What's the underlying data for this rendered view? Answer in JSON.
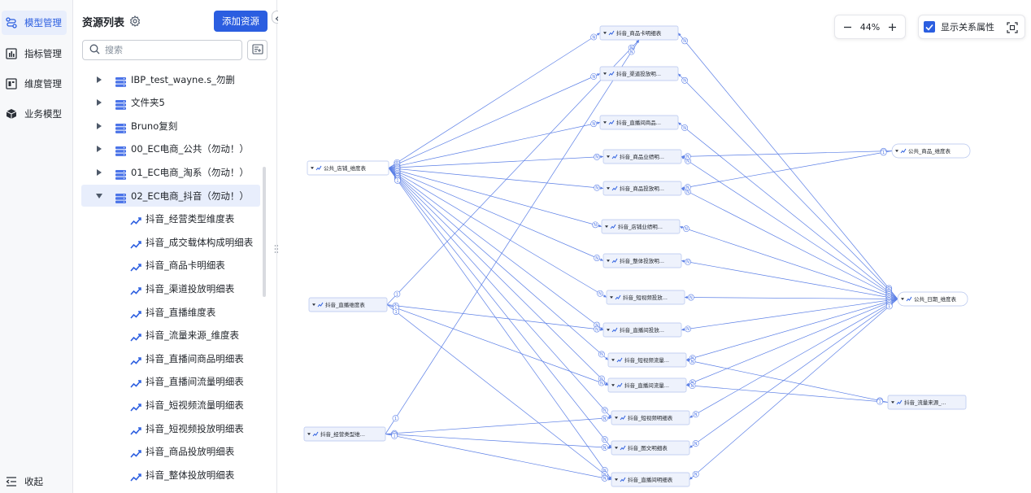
{
  "colors": {
    "accent": "#2b5ee0",
    "edge": "#5b7fe6",
    "node_bg": "#eef2fc",
    "node_border": "#b4c4ee"
  },
  "nav": {
    "items": [
      {
        "label": "模型管理",
        "icon": "model-icon",
        "active": true
      },
      {
        "label": "指标管理",
        "icon": "chart-icon"
      },
      {
        "label": "维度管理",
        "icon": "dimension-icon"
      },
      {
        "label": "业务模型",
        "icon": "cube-icon"
      }
    ],
    "collapse_label": "收起"
  },
  "resource_panel": {
    "title": "资源列表",
    "add_button": "添加资源",
    "search_placeholder": "搜索",
    "tree": [
      {
        "label": "IBP_test_wayne.s_勿删",
        "type": "folder"
      },
      {
        "label": "文件夹5",
        "type": "folder"
      },
      {
        "label": "Bruno复刻",
        "type": "folder"
      },
      {
        "label": "00_EC电商_公共（勿动！）",
        "type": "folder"
      },
      {
        "label": "01_EC电商_淘系（勿动！）",
        "type": "folder"
      },
      {
        "label": "02_EC电商_抖音（勿动！）",
        "type": "folder",
        "expanded": true,
        "selected": true
      },
      {
        "label": "抖音_经营类型维度表",
        "type": "table"
      },
      {
        "label": "抖音_成交载体构成明细表",
        "type": "table"
      },
      {
        "label": "抖音_商品卡明细表",
        "type": "table"
      },
      {
        "label": "抖音_渠道投放明细表",
        "type": "table"
      },
      {
        "label": "抖音_直播维度表",
        "type": "table"
      },
      {
        "label": "抖音_流量来源_维度表",
        "type": "table"
      },
      {
        "label": "抖音_直播间商品明细表",
        "type": "table"
      },
      {
        "label": "抖音_直播间流量明细表",
        "type": "table"
      },
      {
        "label": "抖音_短视频流量明细表",
        "type": "table"
      },
      {
        "label": "抖音_短视频投放明细表",
        "type": "table"
      },
      {
        "label": "抖音_商品投放明细表",
        "type": "table"
      },
      {
        "label": "抖音_整体投放明细表",
        "type": "table"
      }
    ]
  },
  "canvas": {
    "zoom": "44%",
    "show_relations_label": "显示关系属性",
    "show_relations_checked": true,
    "nodes": [
      {
        "label": "抖音_商品卡明细表"
      },
      {
        "label": "抖音_渠道投放明..."
      },
      {
        "label": "抖音_直播间商品..."
      },
      {
        "label": "抖音_商品业绩明..."
      },
      {
        "label": "抖音_商品投放明..."
      },
      {
        "label": "抖音_店铺业绩明..."
      },
      {
        "label": "抖音_整体投放明..."
      },
      {
        "label": "抖音_短视频投放..."
      },
      {
        "label": "抖音_直播间投放..."
      },
      {
        "label": "抖音_短视频流量..."
      },
      {
        "label": "抖音_直播间流量..."
      },
      {
        "label": "抖音_短视频明细表"
      },
      {
        "label": "抖音_图文明细表"
      },
      {
        "label": "抖音_直播间明细表"
      },
      {
        "label": "公共_店铺_维度表"
      },
      {
        "label": "抖音_直播维度表"
      },
      {
        "label": "抖音_经营类型维..."
      },
      {
        "label": "公共_商品_维度表"
      },
      {
        "label": "公共_日期_维度表"
      },
      {
        "label": "抖音_流量来源_..."
      }
    ]
  }
}
